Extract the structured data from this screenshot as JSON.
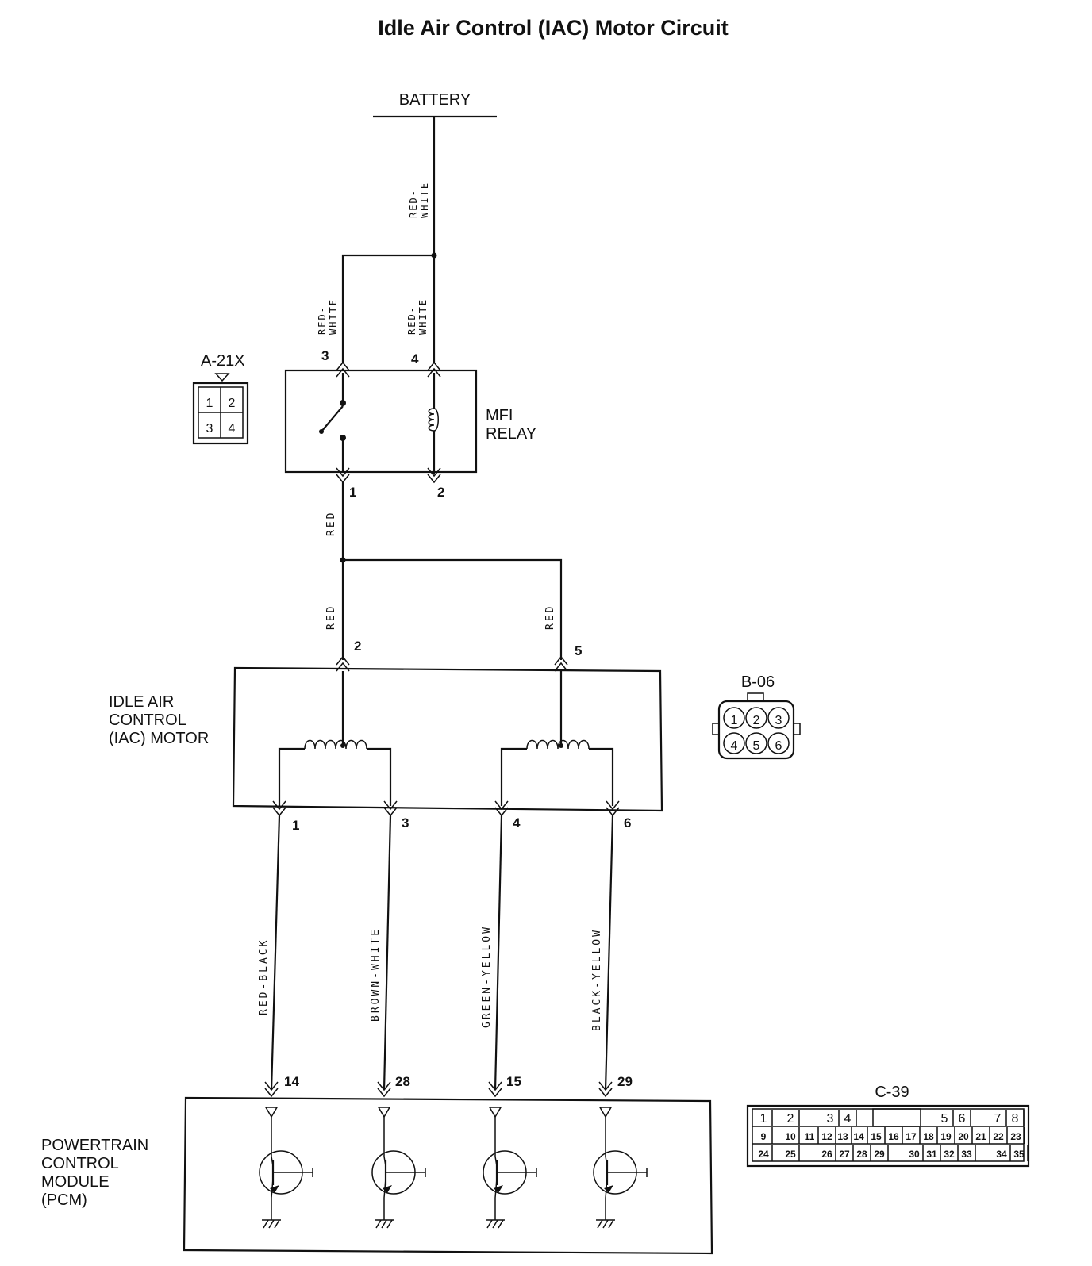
{
  "title": "Idle Air Control (IAC) Motor Circuit",
  "battery": {
    "label": "BATTERY"
  },
  "wires": {
    "battery_feed": [
      "RED-",
      "WHITE"
    ],
    "relay_pin3": [
      "RED-",
      "WHITE"
    ],
    "relay_pin4": [
      "RED-",
      "WHITE"
    ],
    "relay_out": "RED",
    "iac_pin2": "RED",
    "iac_pin5": "RED",
    "iac_pin1": "RED-BLACK",
    "iac_pin3": "BROWN-WHITE",
    "iac_pin4": "GREEN-YELLOW",
    "iac_pin6": "BLACK-YELLOW"
  },
  "relay": {
    "label_lines": [
      "MFI",
      "RELAY"
    ],
    "pins": {
      "top_left": "3",
      "top_right": "4",
      "bottom_left": "1",
      "bottom_right": "2"
    }
  },
  "connector_a21x": {
    "label": "A-21X",
    "cells": [
      "1",
      "2",
      "3",
      "4"
    ]
  },
  "iac_motor": {
    "label_lines": [
      "IDLE AIR",
      "CONTROL",
      "(IAC) MOTOR"
    ],
    "pins": {
      "common_a": "2",
      "common_b": "5",
      "out1": "1",
      "out3": "3",
      "out4": "4",
      "out6": "6"
    }
  },
  "connector_b06": {
    "label": "B-06",
    "cells": [
      "1",
      "2",
      "3",
      "4",
      "5",
      "6"
    ]
  },
  "pcm": {
    "label_lines": [
      "POWERTRAIN",
      "CONTROL",
      "MODULE",
      "(PCM)"
    ],
    "pins": [
      "14",
      "28",
      "15",
      "29"
    ]
  },
  "connector_c39": {
    "label": "C-39",
    "row1": [
      "1",
      "2",
      "3",
      "4",
      "5",
      "6",
      "7",
      "8"
    ],
    "row2": [
      "9",
      "10",
      "11",
      "12",
      "13",
      "14",
      "15",
      "16",
      "17",
      "18",
      "19",
      "20",
      "21",
      "22",
      "23"
    ],
    "row3": [
      "24",
      "25",
      "26",
      "27",
      "28",
      "29",
      "30",
      "31",
      "32",
      "33",
      "34",
      "35"
    ]
  }
}
